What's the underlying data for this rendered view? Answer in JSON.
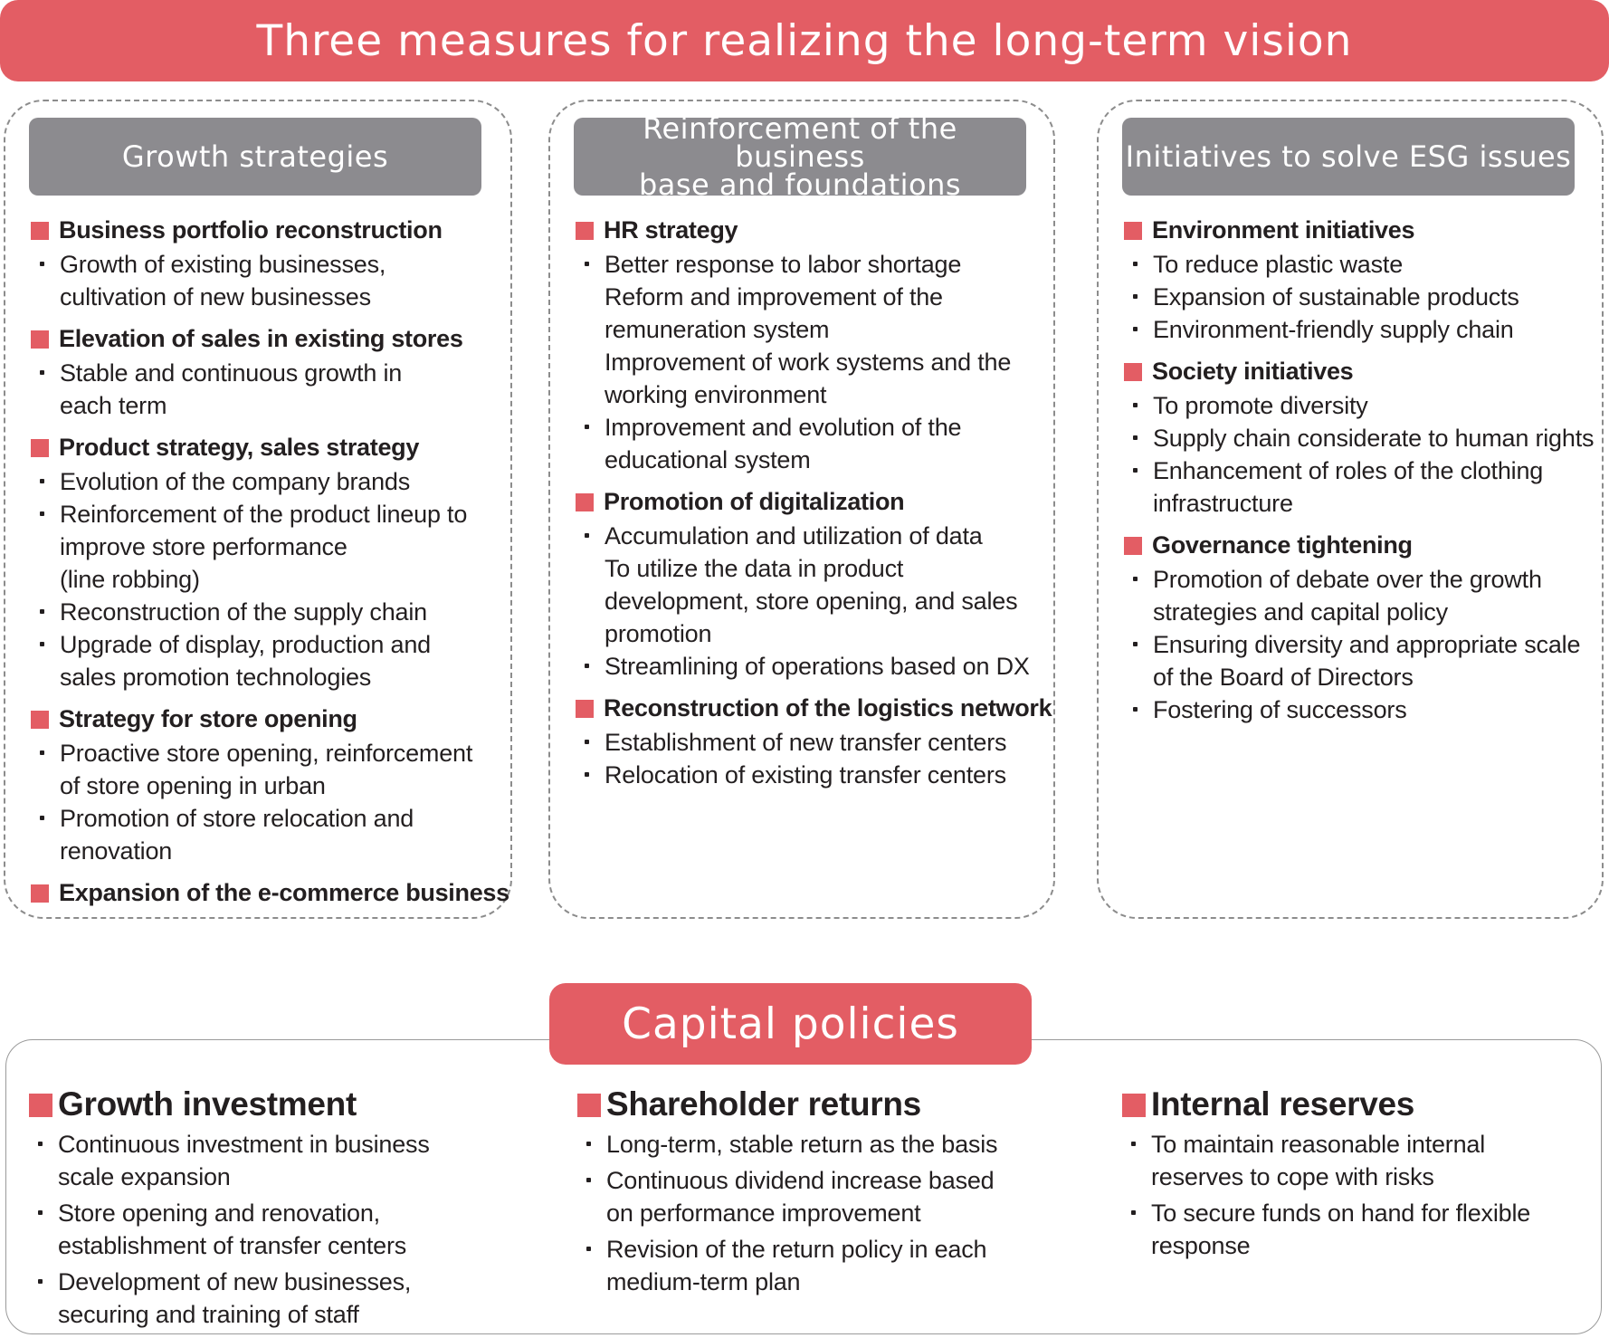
{
  "title": "Three measures for realizing the long-term vision",
  "columns": [
    {
      "header": "Growth strategies",
      "sections": [
        {
          "title": "Business portfolio reconstruction",
          "items": [
            [
              "Growth of existing businesses,",
              "cultivation of new businesses"
            ]
          ]
        },
        {
          "title": "Elevation of sales in existing stores",
          "items": [
            [
              "Stable and continuous growth in",
              "each term"
            ]
          ]
        },
        {
          "title": "Product strategy, sales strategy",
          "items": [
            [
              "Evolution of the company brands"
            ],
            [
              "Reinforcement of the product lineup to",
              "improve store performance",
              "(line robbing)"
            ],
            [
              "Reconstruction of the supply chain"
            ],
            [
              "Upgrade of display, production and",
              "sales promotion technologies"
            ]
          ]
        },
        {
          "title": "Strategy for store opening",
          "items": [
            [
              "Proactive store opening, reinforcement",
              "of store opening in urban"
            ],
            [
              "Promotion of store relocation and",
              "renovation"
            ]
          ]
        },
        {
          "title": "Expansion of the e-commerce business",
          "items": []
        }
      ]
    },
    {
      "header": "Reinforcement of the business\nbase and foundations",
      "sections": [
        {
          "title": "HR strategy",
          "items": [
            [
              "Better response to labor shortage",
              "Reform and improvement of the",
              "remuneration system",
              "Improvement of work systems and the",
              "working environment"
            ],
            [
              "Improvement and evolution of the",
              "educational system"
            ]
          ]
        },
        {
          "title": "Promotion of digitalization",
          "items": [
            [
              "Accumulation and utilization of data",
              "To utilize the data in product",
              "development, store opening, and sales",
              "promotion"
            ],
            [
              "Streamlining of operations based on DX"
            ]
          ]
        },
        {
          "title": "Reconstruction of the logistics network",
          "items": [
            [
              "Establishment of new transfer centers"
            ],
            [
              "Relocation of existing transfer centers"
            ]
          ]
        }
      ]
    },
    {
      "header": "Initiatives to solve ESG issues",
      "sections": [
        {
          "title": "Environment initiatives",
          "items": [
            [
              "To reduce plastic waste"
            ],
            [
              "Expansion of sustainable products"
            ],
            [
              "Environment-friendly supply chain"
            ]
          ]
        },
        {
          "title": "Society initiatives",
          "items": [
            [
              "To promote diversity"
            ],
            [
              "Supply chain considerate to human rights"
            ],
            [
              "Enhancement of roles of the clothing",
              "infrastructure"
            ]
          ]
        },
        {
          "title": "Governance tightening",
          "items": [
            [
              "Promotion of debate over the growth",
              "strategies and capital policy"
            ],
            [
              "Ensuring diversity and appropriate scale",
              "of the Board of Directors"
            ],
            [
              "Fostering of successors"
            ]
          ]
        }
      ]
    }
  ],
  "capital": {
    "title": "Capital policies",
    "columns": [
      {
        "title": "Growth investment",
        "items": [
          [
            "Continuous investment in business",
            "scale expansion"
          ],
          [
            "Store opening and renovation,",
            "establishment of  transfer centers"
          ],
          [
            "Development of new businesses,",
            "securing and training of staff"
          ]
        ]
      },
      {
        "title": "Shareholder returns",
        "items": [
          [
            "Long-term, stable return as the basis"
          ],
          [
            "Continuous dividend increase based",
            "on performance improvement"
          ],
          [
            "Revision of the return policy in each",
            "medium-term plan"
          ]
        ]
      },
      {
        "title": "Internal reserves",
        "items": [
          [
            "To maintain reasonable internal",
            "reserves to cope  with risks"
          ],
          [
            "To secure funds on hand for flexible",
            "response"
          ]
        ]
      }
    ]
  },
  "colors": {
    "accent": "#e35d64",
    "header_gray": "#8c8b8f",
    "text": "#231f20"
  }
}
